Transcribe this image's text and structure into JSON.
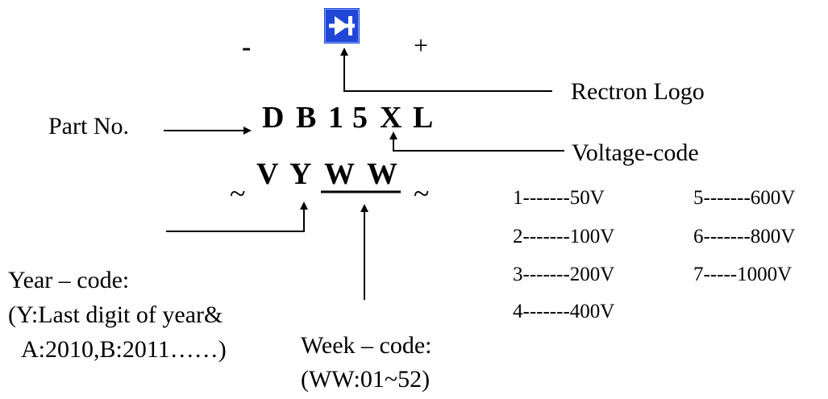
{
  "polarity": {
    "minus": "-",
    "plus": "+"
  },
  "logo": {
    "icon": "rectron-diode-logo",
    "color": "#1f46d6"
  },
  "labels": {
    "rectron_logo": "Rectron Logo",
    "part_no": "Part No.",
    "voltage_code": "Voltage-code"
  },
  "marking": {
    "line1": [
      "D",
      "B",
      "1",
      "5",
      "X",
      "L"
    ],
    "line2": [
      "V",
      "Y",
      "W",
      "W"
    ],
    "tilde_left": "~",
    "tilde_right": "~"
  },
  "voltage_table": [
    {
      "entry": "1-------50V"
    },
    {
      "entry": "5-------600V"
    },
    {
      "entry": "2-------100V"
    },
    {
      "entry": "6-------800V"
    },
    {
      "entry": "3-------200V"
    },
    {
      "entry": "7-----1000V"
    },
    {
      "entry": "4-------400V"
    }
  ],
  "year_code": {
    "title": "Year – code:",
    "line2": "(Y:Last digit of year&",
    "line3": "A:2010,B:2011……)"
  },
  "week_code": {
    "title": "Week – code:",
    "line2": "(WW:01~52)"
  }
}
